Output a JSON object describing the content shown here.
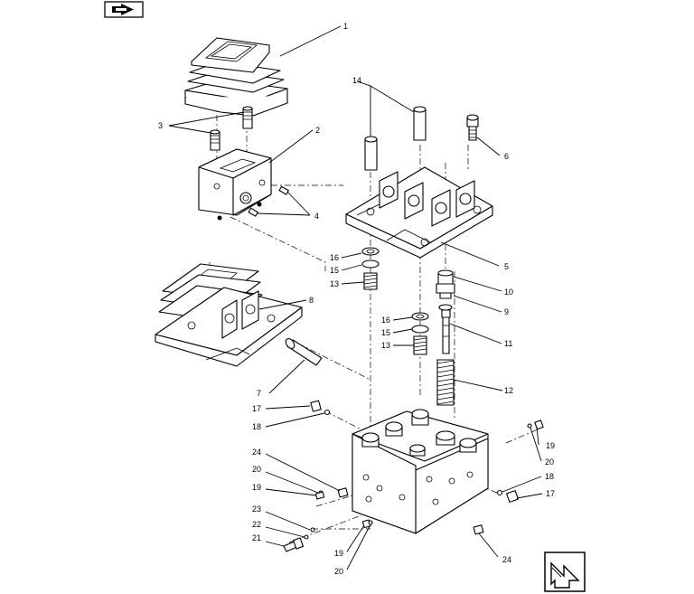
{
  "diagram": {
    "callouts": [
      {
        "id": "c1",
        "label": "1"
      },
      {
        "id": "c2",
        "label": "2"
      },
      {
        "id": "c3",
        "label": "3"
      },
      {
        "id": "c4",
        "label": "4"
      },
      {
        "id": "c5",
        "label": "5"
      },
      {
        "id": "c6",
        "label": "6"
      },
      {
        "id": "c7",
        "label": "7"
      },
      {
        "id": "c8",
        "label": "8"
      },
      {
        "id": "c9",
        "label": "9"
      },
      {
        "id": "c10",
        "label": "10"
      },
      {
        "id": "c11",
        "label": "11"
      },
      {
        "id": "c12",
        "label": "12"
      },
      {
        "id": "c13a",
        "label": "13"
      },
      {
        "id": "c13b",
        "label": "13"
      },
      {
        "id": "c14",
        "label": "14"
      },
      {
        "id": "c15a",
        "label": "15"
      },
      {
        "id": "c15b",
        "label": "15"
      },
      {
        "id": "c16a",
        "label": "16"
      },
      {
        "id": "c16b",
        "label": "16"
      },
      {
        "id": "c17a",
        "label": "17"
      },
      {
        "id": "c17b",
        "label": "17"
      },
      {
        "id": "c18a",
        "label": "18"
      },
      {
        "id": "c18b",
        "label": "18"
      },
      {
        "id": "c19a",
        "label": "19"
      },
      {
        "id": "c19b",
        "label": "19"
      },
      {
        "id": "c19c",
        "label": "19"
      },
      {
        "id": "c20a",
        "label": "20"
      },
      {
        "id": "c20b",
        "label": "20"
      },
      {
        "id": "c20c",
        "label": "20"
      },
      {
        "id": "c21",
        "label": "21"
      },
      {
        "id": "c22",
        "label": "22"
      },
      {
        "id": "c23",
        "label": "23"
      },
      {
        "id": "c24a",
        "label": "24"
      },
      {
        "id": "c24b",
        "label": "24"
      }
    ],
    "icons": {
      "top_left": "previous-page-arrow-icon",
      "bottom_right": "next-page-arrow-icon"
    }
  }
}
